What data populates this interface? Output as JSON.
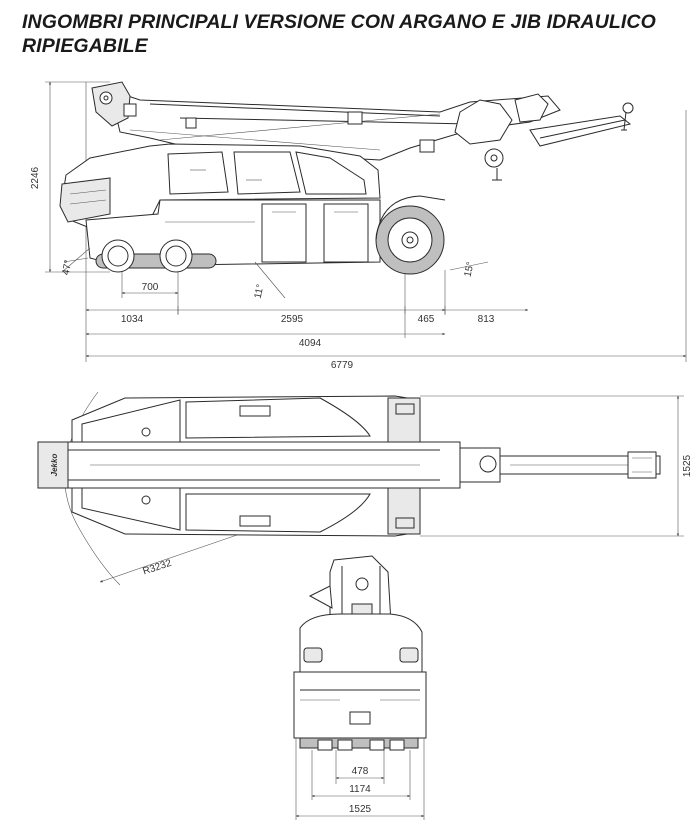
{
  "title": {
    "line1": "INGOMBRI PRINCIPALI VERSIONE CON ARGANO E JIB IDRAULICO",
    "line2": "RIPIEGABILE"
  },
  "side_view": {
    "height": "2246",
    "angle_front": "47°",
    "angle_mid": "11°",
    "angle_rear": "15°",
    "axle_spacing": "700",
    "front_overhang": "1034",
    "wheelbase": "2595",
    "rear_overhang": "465",
    "jib_overhang": "813",
    "body_length": "4094",
    "total_length": "6779"
  },
  "top_view": {
    "width": "1525",
    "turn_radius": "R3232",
    "brand_mark": "Jekko"
  },
  "rear_view": {
    "inner_track": "478",
    "track": "1174",
    "width": "1525"
  }
}
